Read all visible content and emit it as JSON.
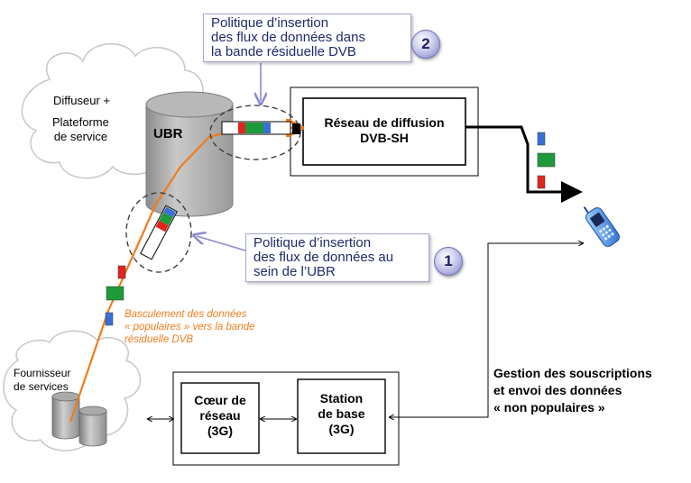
{
  "cloud_broadcaster": {
    "line1": "Diffuseur  +",
    "line2": "Plateforme\nde service"
  },
  "cloud_provider": {
    "label": "Fournisseur\nde services"
  },
  "ubr": {
    "label": "UBR"
  },
  "dvb_network": {
    "label": "Réseau de diffusion\nDVB-SH"
  },
  "callout_top": {
    "text": "Politique d’insertion\ndes flux de données dans\nla bande résiduelle DVB",
    "badge": "2"
  },
  "callout_mid": {
    "text": "Politique d’insertion\ndes flux de données au\nsein de l’UBR",
    "badge": "1"
  },
  "switch_note": {
    "text": "Basculement des données\n« populaires » vers la bande\nrésiduelle DVB"
  },
  "core_network": {
    "label": "Cœur de\nréseau\n(3G)"
  },
  "base_station": {
    "label": "Station\nde base\n(3G)"
  },
  "subscription_note": {
    "text": "Gestion des souscriptions\net envoi des données\n« non populaires »"
  },
  "colors": {
    "blue": "#3b6fd8",
    "green": "#1e9a3a",
    "red": "#e0261e",
    "orange": "#f07c1b",
    "callout_text": "#1f2a6b"
  }
}
